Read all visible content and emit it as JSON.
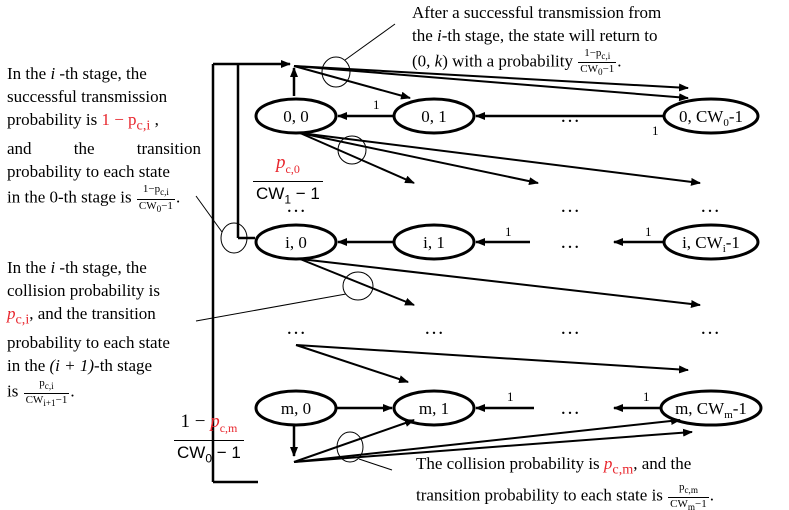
{
  "nodes": {
    "n00": "0, 0",
    "n01": "0, 1",
    "n0cw_main": "0, CW",
    "n0cw_sub": "0",
    "n0cw_end": "-1",
    "ni0": "i, 0",
    "ni1": "i, 1",
    "nicw_main": "i, CW",
    "nicw_sub": "i",
    "nicw_end": "-1",
    "nm0": "m, 0",
    "nm1": "m, 1",
    "nmcw_main": "m, CW",
    "nmcw_sub": "m",
    "nmcw_end": "-1"
  },
  "edge_labels": {
    "one": "1"
  },
  "ellipsis": "…",
  "annotations": {
    "top": {
      "line1": "After a successful transmission from",
      "line2_a": "the ",
      "line2_i": "i",
      "line2_b": "-th stage, the state will return to",
      "line3_a": "(0, ",
      "line3_k": "k",
      "line3_b": ") with a probability",
      "frac_num": "1−p",
      "frac_num_sub": "c,i",
      "frac_den": "CW",
      "frac_den_sub": "0",
      "frac_den_end": "−1",
      "end": "."
    },
    "left_top": {
      "l1_a": "In the ",
      "l1_i": "i",
      "l1_b": " -th stage, the",
      "l2": "successful transmission",
      "l3_a": "probability is ",
      "l3_red": "1 − p",
      "l3_sub": "c,i",
      "l3_b": " ,",
      "l4_a": "and",
      "l4_b": "the",
      "l4_c": "transition",
      "l5": "probability to each state",
      "l6_a": "in the 0-th stage is",
      "frac_num": "1−p",
      "frac_num_sub": "c,i",
      "frac_den": "CW",
      "frac_den_sub": "0",
      "frac_den_end": "−1",
      "end": "."
    },
    "left_mid": {
      "l1_a": "In the ",
      "l1_i": "i",
      "l1_b": " -th stage, the",
      "l2": "collision probability is",
      "l3_red": "p",
      "l3_sub": "c,i",
      "l3_b": ", and the transition",
      "l4": "probability to each state",
      "l5_a": "in the ",
      "l5_i": "(i + 1)",
      "l5_b": "-th stage",
      "l6_a": "is",
      "frac_num": "p",
      "frac_num_sub": "c,i",
      "frac_den": "CW",
      "frac_den_sub": "i+1",
      "frac_den_end": "−1",
      "end": "."
    },
    "bottom": {
      "l1_a": "The collision probability is ",
      "l1_red": "p",
      "l1_sub": "c,m",
      "l1_b": ", and the",
      "l2_a": "transition probability to each state is",
      "frac_num": "p",
      "frac_num_sub": "c,m",
      "frac_den": "CW",
      "frac_den_sub": "m",
      "frac_den_end": "−1",
      "end": "."
    },
    "frac_pc0": {
      "num": "p",
      "num_sub": "c,0",
      "den": "CW",
      "den_sub": "1",
      "den_end": " − 1"
    },
    "frac_pcm": {
      "num_a": "1 − ",
      "num": "p",
      "num_sub": "c,m",
      "den": "CW",
      "den_sub": "0",
      "den_end": " − 1"
    }
  }
}
